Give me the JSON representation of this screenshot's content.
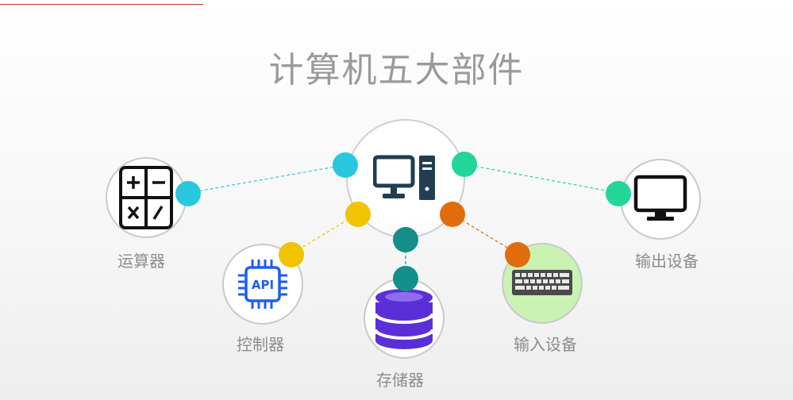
{
  "title": "计算机五大部件",
  "colors": {
    "cyan": "#29c7dd",
    "green": "#22d69a",
    "yellow": "#f2c300",
    "teal": "#148f8a",
    "orange": "#e06c0c",
    "title_text": "#9a9a9a",
    "label_text": "#8c8c8c",
    "accent_line": "#c0392b",
    "storage_purple": "#5b2fd8",
    "keyboard_bg": "#c9f2b3"
  },
  "components": {
    "center": {
      "icon": "desktop-computer-icon"
    },
    "alu": {
      "label": "运算器",
      "icon": "calculator-icon"
    },
    "controller": {
      "label": "控制器",
      "icon": "api-chip-icon"
    },
    "memory": {
      "label": "存储器",
      "icon": "database-stack-icon"
    },
    "input": {
      "label": "输入设备",
      "icon": "keyboard-icon"
    },
    "output": {
      "label": "输出设备",
      "icon": "monitor-icon"
    }
  }
}
